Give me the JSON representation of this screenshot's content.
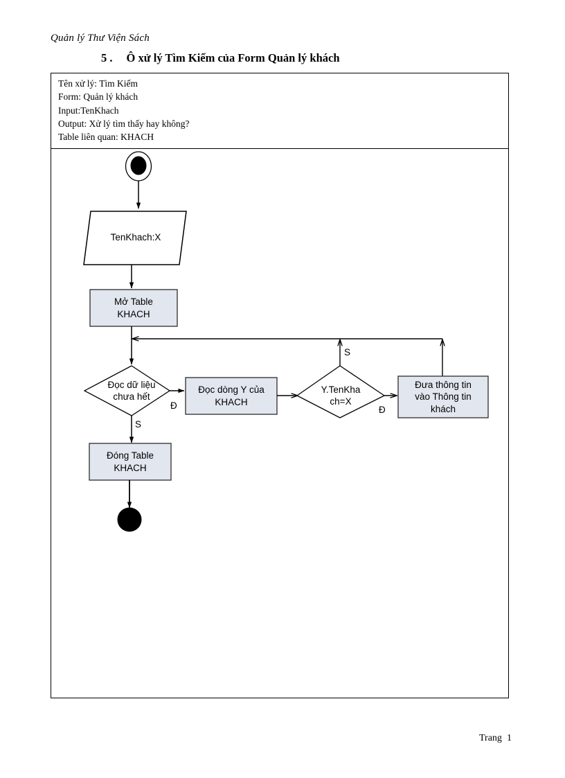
{
  "document": {
    "header_title": "Quản lý Thư Viện Sách",
    "section_number": "5 .",
    "section_title": "Ô xử lý Tìm Kiếm của Form Quản lý khách",
    "footer_label": "Trang",
    "footer_page": "1"
  },
  "info_box": {
    "lines": [
      "Tên xử lý:  Tìm  Kiếm",
      "Form:  Quản lý khách",
      "Input:TenKhach",
      "Output:  Xử lý tìm  thấy  hay  không?",
      "Table  liên  quan:  KHACH"
    ]
  },
  "colors": {
    "process_fill": "#e2e6ee",
    "stroke": "#000000",
    "process_border": "#3a3a3a",
    "page_background": "#ffffff"
  },
  "chart_data": {
    "type": "diagram",
    "title": "Ô xử lý Tìm Kiếm của Form Quản lý khách",
    "nodes": [
      {
        "id": "start",
        "kind": "start-node",
        "label": "",
        "shape": "circle-with-dot"
      },
      {
        "id": "input",
        "kind": "input-node",
        "label": "TenKhach:X",
        "shape": "parallelogram"
      },
      {
        "id": "open",
        "kind": "process-node",
        "label": "Mở Table\nKHACH",
        "shape": "rectangle"
      },
      {
        "id": "cond1",
        "kind": "decision-node",
        "label": "Đọc dữ liệu\nchưa hết",
        "shape": "diamond"
      },
      {
        "id": "readrow",
        "kind": "process-node",
        "label": "Đọc dòng Y của\nKHACH",
        "shape": "rectangle"
      },
      {
        "id": "cond2",
        "kind": "decision-node",
        "label": "Y.TenKha\nch=X",
        "shape": "diamond"
      },
      {
        "id": "output",
        "kind": "process-node",
        "label": "Đưa thông tin\nvào Thông tin\nkhách",
        "shape": "rectangle"
      },
      {
        "id": "close",
        "kind": "process-node",
        "label": "Đóng Table\nKHACH",
        "shape": "rectangle"
      },
      {
        "id": "end",
        "kind": "end-node",
        "label": "",
        "shape": "filled-circle"
      }
    ],
    "edges": [
      {
        "from": "start",
        "to": "input",
        "label": ""
      },
      {
        "from": "input",
        "to": "open",
        "label": ""
      },
      {
        "from": "open",
        "to": "cond1",
        "label": ""
      },
      {
        "from": "cond1",
        "to": "readrow",
        "label": "Đ"
      },
      {
        "from": "cond1",
        "to": "close",
        "label": "S"
      },
      {
        "from": "readrow",
        "to": "cond2",
        "label": ""
      },
      {
        "from": "cond2",
        "to": "output",
        "label": "Đ"
      },
      {
        "from": "cond2",
        "to": "cond1",
        "label": "S"
      },
      {
        "from": "output",
        "to": "cond1",
        "label": ""
      },
      {
        "from": "close",
        "to": "end",
        "label": ""
      }
    ],
    "edge_labels": {
      "cond1_yes": "Đ",
      "cond1_no": "S",
      "cond2_yes": "Đ",
      "cond2_no": "S"
    }
  }
}
